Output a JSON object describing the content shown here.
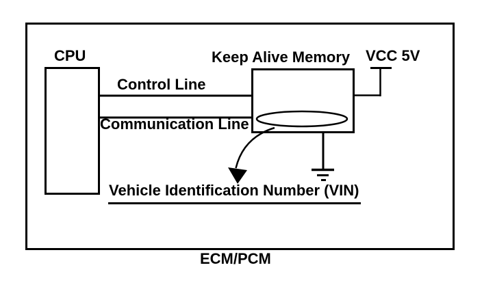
{
  "diagram": {
    "cpu_label": "CPU",
    "kam_label": "Keep Alive Memory",
    "vcc_label": "VCC 5V",
    "control_line_label": "Control Line",
    "communication_line_label": "Communication Line",
    "vin_label": "Vehicle Identification Number (VIN)",
    "ecm_label": "ECM/PCM",
    "icons": {
      "ground": "ground-icon",
      "vcc_terminal": "vcc-terminal-icon",
      "vin_pointer": "curved-arrow-down-icon"
    },
    "colors": {
      "ink": "#000000",
      "background": "#ffffff"
    }
  }
}
